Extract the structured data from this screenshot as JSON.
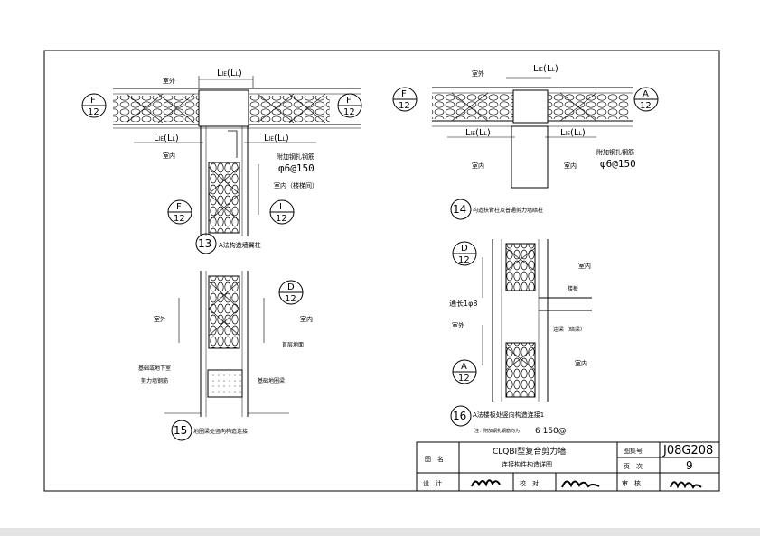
{
  "labels": {
    "outdoor": "室外",
    "indoor": "室内",
    "indoor_stair": "室内（楼梯间）",
    "lfe": "L",
    "lfe_sub": "lE",
    "ll": "L",
    "ll_sub": "L",
    "extra_rebar": "附加钢扎钢筋",
    "extra_rebar2": "附加钢扎钢筋",
    "spacing": "φ6@150",
    "spacing2": "φ6@150",
    "floor_slab": "楼板",
    "beam": "连梁（暗梁）",
    "ground_floor": "首层地面",
    "foundation_wall": "基础或地下室",
    "shear_rebar": "剪力墙钢筋",
    "foundation_beam": "基础地圈梁",
    "through_len": "通长1φ8",
    "note": "注：附加钢扎钢筋均为",
    "note_value": "6 150@"
  },
  "details": {
    "d13_num": "13",
    "d13_title": "A法构造墙翼柱",
    "d14_num": "14",
    "d14_title": "构造扶臂柱及普通剪力墙暗柱",
    "d15_num": "15",
    "d15_title": "地圈梁处竖向构造连接",
    "d16_num": "16",
    "d16_title": "A法楼板处竖向构造连接1"
  },
  "markers": [
    {
      "id": "m1",
      "top": "F",
      "bottom": "12"
    },
    {
      "id": "m2",
      "top": "F",
      "bottom": "12"
    },
    {
      "id": "m3",
      "top": "F",
      "bottom": "12"
    },
    {
      "id": "m4",
      "top": "I",
      "bottom": "12"
    },
    {
      "id": "m5",
      "top": "F",
      "bottom": "12"
    },
    {
      "id": "m6",
      "top": "A",
      "bottom": "12"
    },
    {
      "id": "m7",
      "top": "D",
      "bottom": "12"
    },
    {
      "id": "m8",
      "top": "D",
      "bottom": "12"
    },
    {
      "id": "m9",
      "top": "A",
      "bottom": "12"
    }
  ],
  "title_block": {
    "name_label": "图　名",
    "title_line1": "CLQBⅠ型复合剪力墙",
    "title_line2": "连接构件构造详图",
    "atlas_label": "图集号",
    "atlas_value": "J08G208",
    "page_label": "页　次",
    "page_value": "9",
    "design_label": "设　计",
    "check_label": "校　对",
    "review_label": "审　核"
  }
}
